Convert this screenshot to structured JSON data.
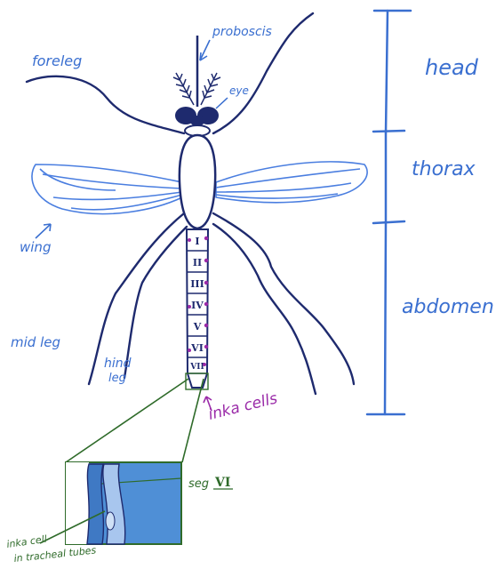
{
  "labels": {
    "foreleg": "foreleg",
    "proboscis": "proboscis",
    "eye": "eye",
    "wing": "wing",
    "mid_leg": "mid leg",
    "hind_leg_line1": "hind",
    "hind_leg_line2": "leg",
    "inka_cells": "inka cells",
    "seg_prefix": "seg",
    "seg_number": "VI",
    "inka_cell_line1": "inka cell",
    "inka_cell_line2": "in tracheal tubes"
  },
  "body_regions": {
    "head": "head",
    "thorax": "thorax",
    "abdomen": "abdomen"
  },
  "segments": [
    "I",
    "II",
    "III",
    "IV",
    "V",
    "VI",
    "VII"
  ],
  "colors": {
    "body_ink": "#1e2a6e",
    "label_blue": "#3a6fd0",
    "wing_blue": "#4a7ee0",
    "inka_magenta": "#9a2aa8",
    "inset_green": "#2f6b2a",
    "tube_blue": "#4f8fd6",
    "tube_light": "#a8c6ee"
  }
}
